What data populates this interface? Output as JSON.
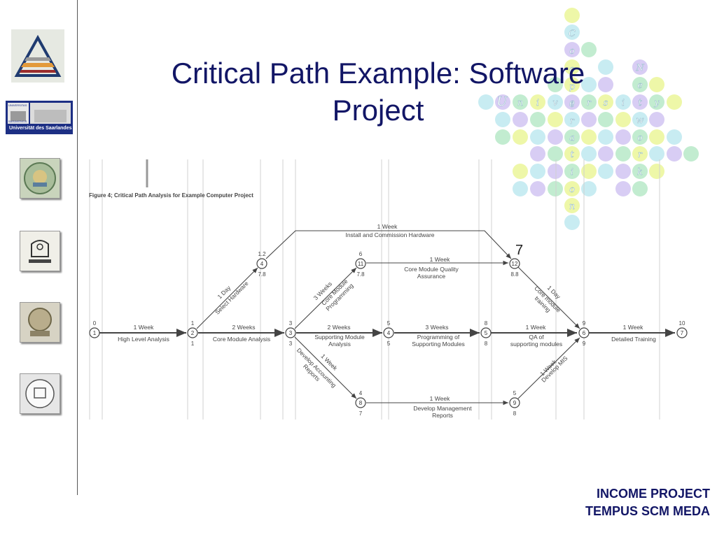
{
  "slide": {
    "title_line1": "Critical Path Example: Software",
    "title_line2": "Project",
    "footer_line1": "INCOME PROJECT",
    "footer_line2": "TEMPUS SCM MEDA"
  },
  "sidebar": {
    "logos": [
      {
        "name": "university-triangle-logo"
      },
      {
        "name": "universitat-des-saarlandes-logo",
        "lines": [
          "UNIVERSITAS",
          "SARAVIENSIS",
          "Universität des Saarlandes"
        ]
      },
      {
        "name": "university-seal-logo-1"
      },
      {
        "name": "university-seal-logo-2"
      },
      {
        "name": "university-seal-logo-3"
      },
      {
        "name": "university-seal-logo-4"
      }
    ]
  },
  "decoration": {
    "letters": [
      "C",
      "o",
      "o",
      "p",
      "e",
      "r",
      "a",
      "t",
      "i",
      "o",
      "n",
      "U",
      "n",
      "i",
      "v",
      "e",
      "r",
      "s",
      "i",
      "t",
      "y",
      "N",
      "e",
      "t",
      "w",
      "o",
      "r",
      "k"
    ]
  },
  "diagram": {
    "figure_caption": "Figure 4; Critical Path Analysis for Example Computer Project",
    "critical_label": "7",
    "nodes": [
      {
        "id": "1",
        "top": "0",
        "bottom": ""
      },
      {
        "id": "2",
        "top": "1",
        "bottom": "1"
      },
      {
        "id": "3",
        "top": "3",
        "bottom": "3"
      },
      {
        "id": "4",
        "top": "1.2",
        "bottom": "7.8"
      },
      {
        "id": "11",
        "top": "6",
        "bottom": "7.8"
      },
      {
        "id": "12",
        "top": "",
        "bottom": "8.8"
      },
      {
        "id": "4",
        "top": "5",
        "bottom": "5"
      },
      {
        "id": "5",
        "top": "8",
        "bottom": "8"
      },
      {
        "id": "6",
        "top": "9",
        "bottom": "9"
      },
      {
        "id": "7",
        "top": "10",
        "bottom": ""
      },
      {
        "id": "8",
        "top": "4",
        "bottom": "7"
      },
      {
        "id": "9",
        "top": "5",
        "bottom": "8"
      }
    ],
    "activities": [
      {
        "duration": "1 Week",
        "name": "High Level Analysis"
      },
      {
        "duration": "2 Weeks",
        "name": "Core Module Analysis"
      },
      {
        "duration": "2 Weeks",
        "name": "Supporting Module Analysis"
      },
      {
        "duration": "3 Weeks",
        "name": "Programming of Supporting Modules"
      },
      {
        "duration": "1 Week",
        "name": "QA of supporting modules"
      },
      {
        "duration": "1 Week",
        "name": "Detailed Training"
      },
      {
        "duration": "1 Week",
        "name": "Install and Commission Hardware"
      },
      {
        "duration": "1 Week",
        "name": "Core Module Quality Assurance"
      },
      {
        "duration": "1 Day",
        "name": "Select Hardware"
      },
      {
        "duration": "3 Weeks",
        "name": "Core Module Programming"
      },
      {
        "duration": "1 Day",
        "name": "Core module training"
      },
      {
        "duration": "1 Week",
        "name": "Develop Accounting Reports"
      },
      {
        "duration": "1 Week",
        "name": "Develop Management Reports"
      },
      {
        "duration": "1 Week",
        "name": "Develop MIS"
      }
    ]
  }
}
